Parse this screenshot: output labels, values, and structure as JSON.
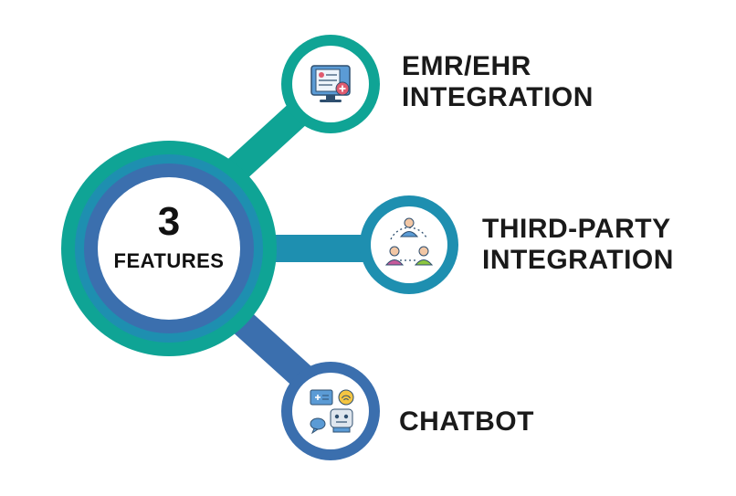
{
  "hub": {
    "number": "3",
    "label": "FEATURES"
  },
  "features": [
    {
      "line1": "EMR/EHR",
      "line2": "INTEGRATION",
      "icon": "monitor-medical-record-icon",
      "color": "#0fa495"
    },
    {
      "line1": "THIRD-PARTY",
      "line2": "INTEGRATION",
      "icon": "three-people-network-icon",
      "color": "#1e8fb0"
    },
    {
      "line1": "CHATBOT",
      "line2": "",
      "icon": "chatbot-robot-icon",
      "color": "#3b6fae"
    }
  ],
  "colors": {
    "teal": "#0fa495",
    "cyan": "#1e8fb0",
    "blue": "#3b6fae"
  }
}
